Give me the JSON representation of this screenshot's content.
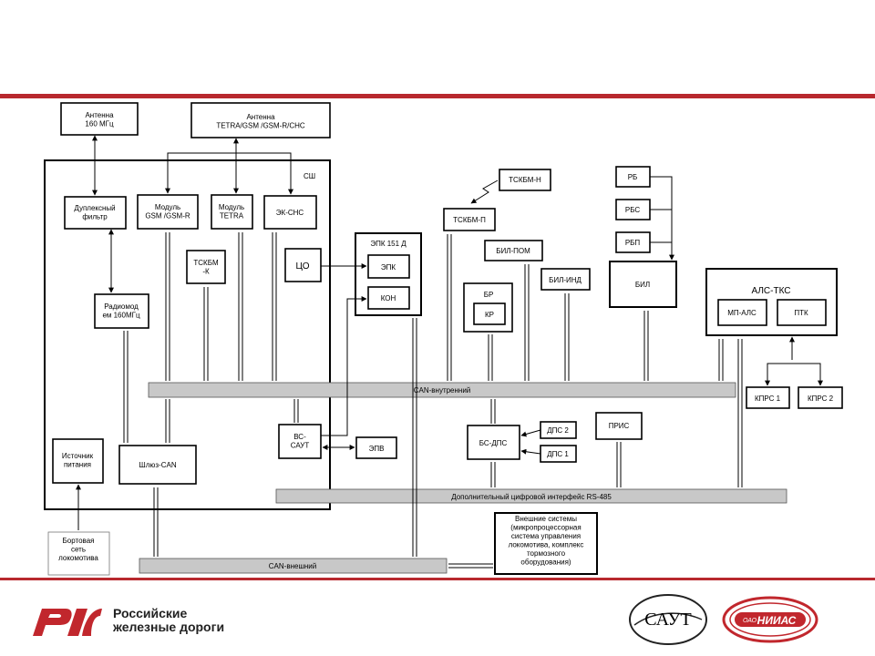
{
  "diagram": {
    "blocks": {
      "antenna_160": "Антенна|160 МГц",
      "antenna_tetra": "Антенна|TETRA/GSM /GSM-R/CHC",
      "sh": "СШ",
      "duplex": "Дуплексный|фильтр",
      "gsm": "Модуль|GSM /GSM-R",
      "tetra": "Модуль|TETRA",
      "ek_chs": "ЭК-СНС",
      "radiomodem": "Радиомод|ем 160МГц",
      "tskbm_k": "ТСКБМ|-К",
      "co": "ЦО",
      "epk151": "ЭПК 151 Д",
      "epk": "ЭПК",
      "kon": "КОН",
      "tskbm_n": "ТСКБМ-Н",
      "tskbm_p": "ТСКБМ-П",
      "bil_pom": "БИЛ-ПОМ",
      "br": "БР",
      "kr": "КР",
      "bil_ind": "БИЛ-ИНД",
      "rb": "РБ",
      "rbs": "РБС",
      "rbp": "РБП",
      "bil": "БИЛ",
      "als_tks": "АЛС-ТКС",
      "mp_als": "МП-АЛС",
      "ptk": "ПТК",
      "kprs1": "КПРС 1",
      "kprs2": "КПРС 2",
      "bs_dps": "БС-ДПС",
      "dps2": "ДПС 2",
      "dps1": "ДПС 1",
      "pris": "ПРИС",
      "vs_saut": "ВС-|САУТ",
      "epv": "ЭПВ",
      "power": "Источник|питания",
      "gateway": "Шлюз-CAN",
      "onboard": "Бортовая|сеть|локомотива",
      "external": "Внешние системы|(микропроцессорная|система управления|локомотива, комплекс|тормозного|оборудования)"
    },
    "buses": {
      "can_internal": "CAN-внутренний",
      "rs485": "Дополнительный цифровой интерфейс RS-485",
      "can_external": "CAN-внешний"
    }
  },
  "footer": {
    "company_line1": "Российские",
    "company_line2": "железные дороги",
    "logo_saut": "САУТ",
    "logo_niias": "НИИАС",
    "logo_niias_prefix": "ОАО"
  },
  "colors": {
    "accent_red": "#b8282e",
    "bus_gray": "#c8c8c8"
  }
}
